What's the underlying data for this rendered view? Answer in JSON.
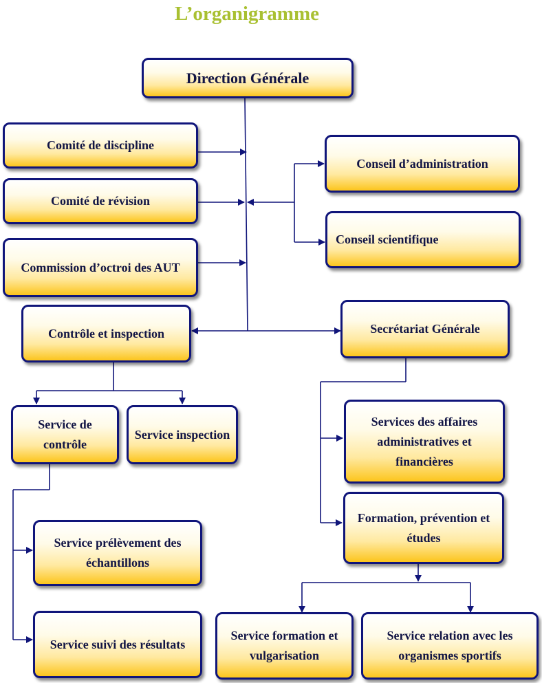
{
  "title": "L’organigramme",
  "colors": {
    "title": "#a9c031",
    "border": "#10157a",
    "text": "#121545",
    "box_bottom": "#fcc51d"
  },
  "nodes": {
    "direction": "Direction Générale",
    "comite_discipline": "Comité de discipline",
    "comite_revision": "Comité de révision",
    "commission_aut": "Commission d’octroi des AUT",
    "controle_inspection": "Contrôle et inspection",
    "conseil_administration": "Conseil d’administration",
    "conseil_scientifique": "Conseil scientifique",
    "secretariat": "Secrétariat Générale",
    "service_controle": "Service de contrôle",
    "service_inspection": "Service inspection",
    "service_prelevement": "Service prélèvement des échantillons",
    "service_suivi": "Service suivi des résultats",
    "services_affaires": "Services des affaires administratives et financières",
    "formation_prevention": "Formation, prévention et études",
    "service_formation": "Service formation et vulgarisation",
    "service_relation": "Service relation avec les organismes sportifs"
  }
}
